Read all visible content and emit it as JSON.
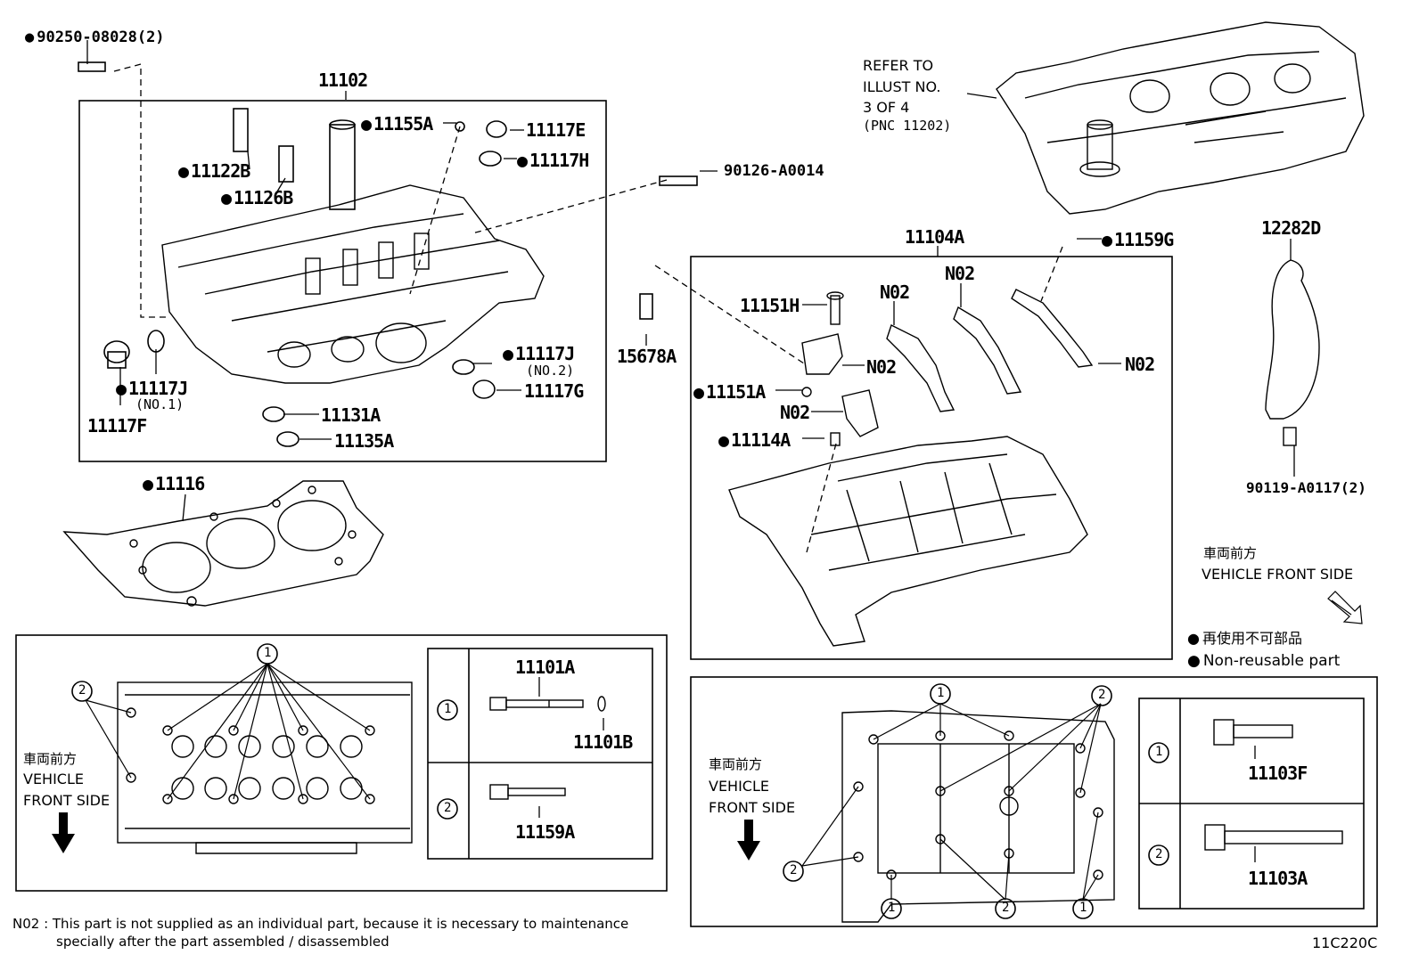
{
  "parts": {
    "p90250": "90250-08028(2)",
    "p11102": "11102",
    "p11155A": "11155A",
    "p11117E": "11117E",
    "p11117H": "11117H",
    "p11122B": "11122B",
    "p11126B": "11126B",
    "p90126": "90126-A0014",
    "p15678A": "15678A",
    "p11117J": "11117J",
    "p11117J_no2": "(NO.2)",
    "p11117J_b": "11117J",
    "p11117J_no1": "(NO.1)",
    "p11117F": "11117F",
    "p11117G": "11117G",
    "p11131A": "11131A",
    "p11135A": "11135A",
    "p11116": "11116",
    "p11104A": "11104A",
    "p11159G": "11159G",
    "p11151H": "11151H",
    "p11151A": "11151A",
    "p11114A": "11114A",
    "n02": "N02",
    "p12282D": "12282D",
    "p90119": "90119-A0117(2)",
    "p11101A": "11101A",
    "p11101B": "11101B",
    "p11159A": "11159A",
    "p11103F": "11103F",
    "p11103A": "11103A"
  },
  "refer": {
    "line1": "REFER TO",
    "line2": "ILLUST NO.",
    "line3": "3 OF 4",
    "line4": "(PNC 11202)"
  },
  "vehicle_front": {
    "jp": "車両前方",
    "line1": "VEHICLE",
    "line2": "FRONT SIDE",
    "full": "VEHICLE FRONT SIDE"
  },
  "legend": {
    "jp": "再使用不可部品",
    "en": "Non-reusable part"
  },
  "callouts": {
    "one": "1",
    "two": "2"
  },
  "footnote": {
    "line1": "N02 : This part is not supplied as an individual part, because it is necessary to maintenance",
    "line2": "specially after the part assembled / disassembled"
  },
  "figure_id": "11C220C"
}
